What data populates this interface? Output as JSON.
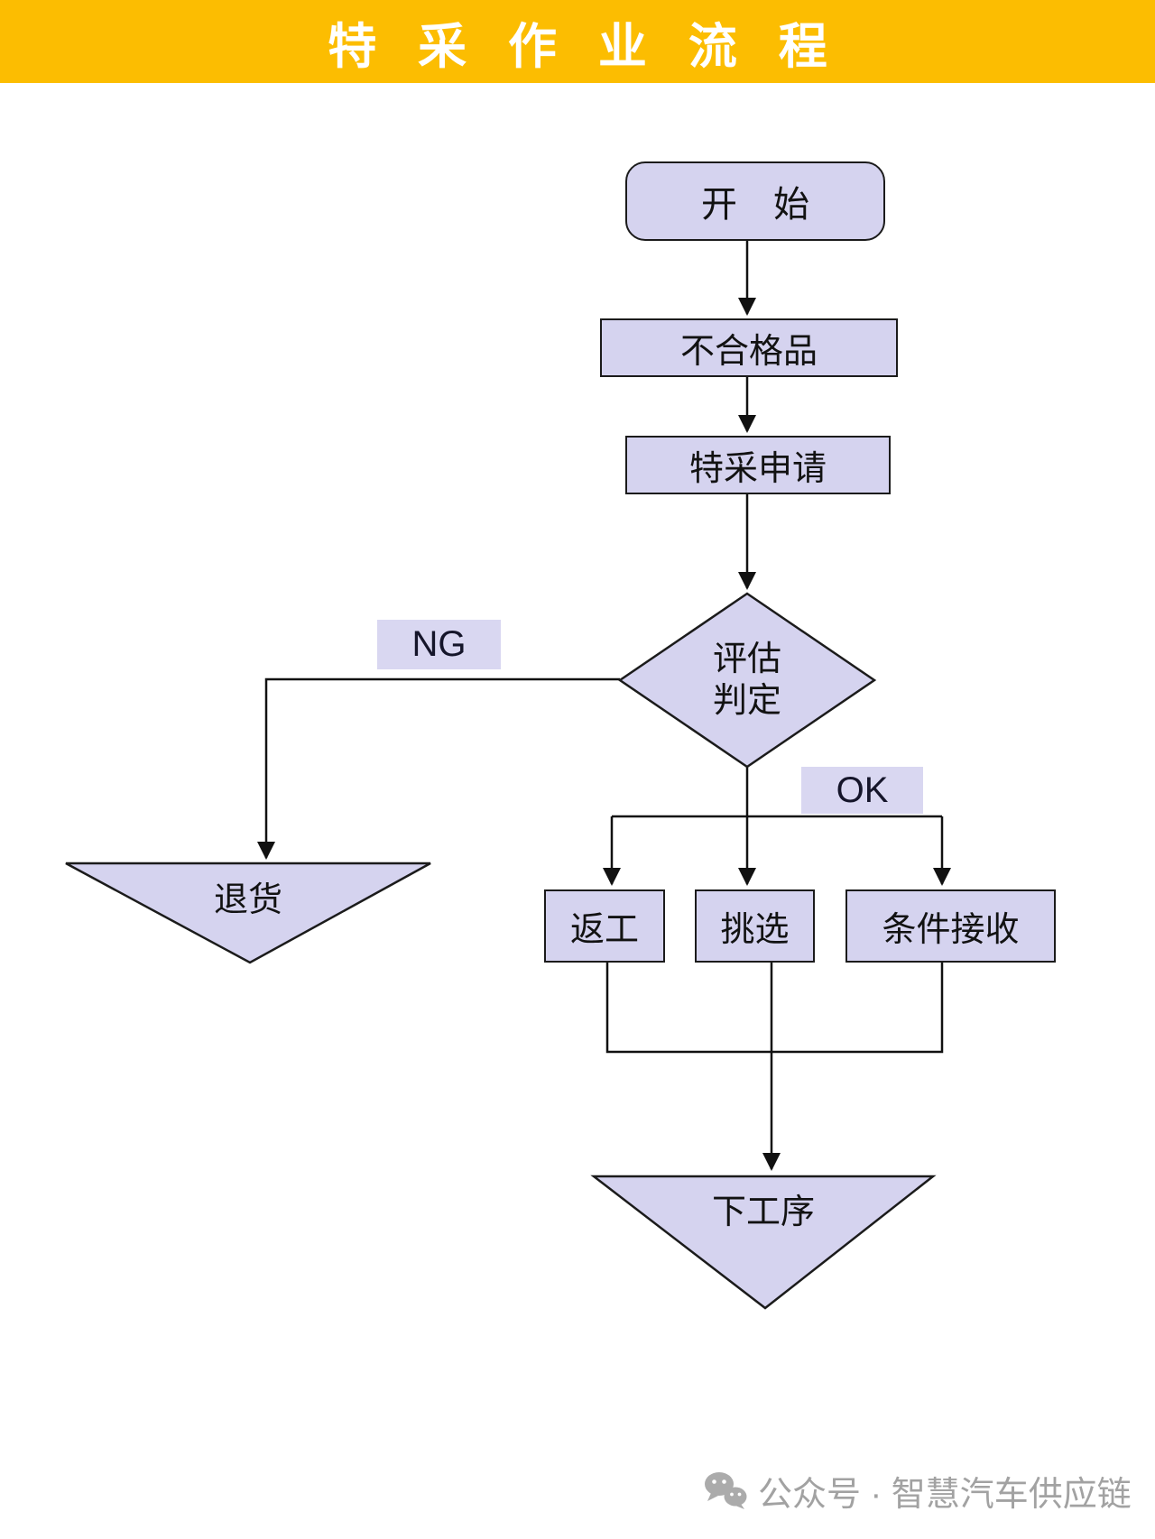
{
  "title": "特采作业流程",
  "nodes": {
    "start": "开　始",
    "nonconforming": "不合格品",
    "application": "特采申请",
    "decision1": "评估",
    "decision2": "判定",
    "ng": "NG",
    "ok": "OK",
    "rework": "返工",
    "sorting": "挑选",
    "conditional": "条件接收",
    "return_goods": "退货",
    "next_process": "下工序"
  },
  "footer": {
    "label": "公众号 · 智慧汽车供应链"
  },
  "colors": {
    "header_bg": "#FCBD01",
    "node_fill": "#D5D3EF",
    "node_border": "#1B1B1B",
    "line": "#111111",
    "footer_text": "#A2A2A2"
  }
}
